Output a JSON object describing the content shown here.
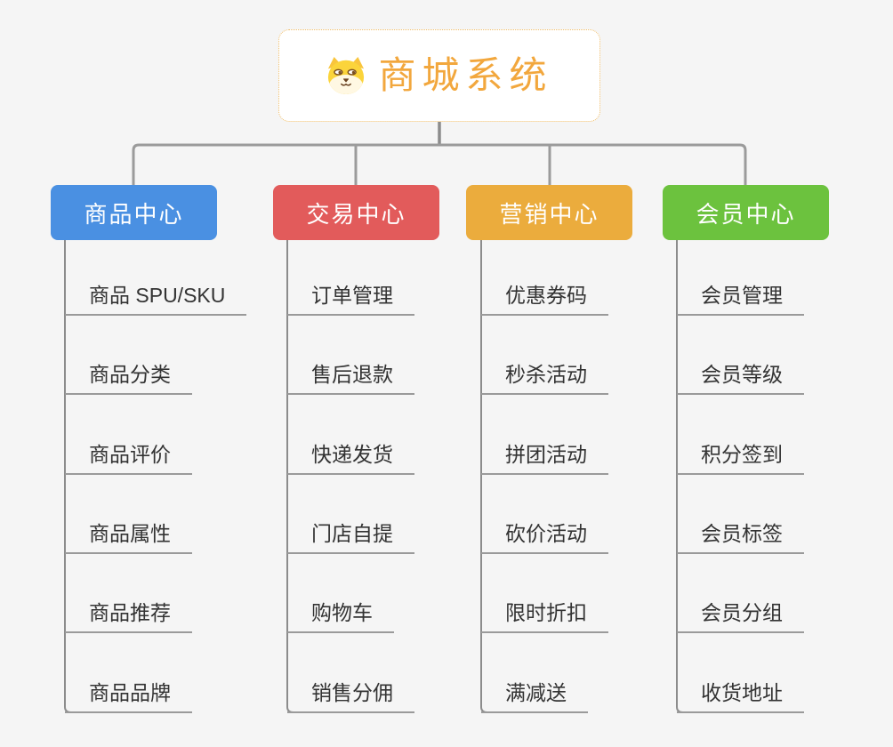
{
  "app": {
    "background": "#F5F5F5",
    "connector_color": "#8C8C8C",
    "underline_color": "#9A9A9A",
    "leaf_text_color": "#333333"
  },
  "root": {
    "title": "商城系统",
    "icon": "dog-face-icon",
    "text_color": "#F2A73D",
    "border_color": "#F0BE6A"
  },
  "branches": [
    {
      "label": "商品中心",
      "color": "#4A90E2",
      "children": [
        "商品 SPU/SKU",
        "商品分类",
        "商品评价",
        "商品属性",
        "商品推荐",
        "商品品牌"
      ]
    },
    {
      "label": "交易中心",
      "color": "#E25B5B",
      "children": [
        "订单管理",
        "售后退款",
        "快递发货",
        "门店自提",
        "购物车",
        "销售分佣"
      ]
    },
    {
      "label": "营销中心",
      "color": "#EBAC3D",
      "children": [
        "优惠券码",
        "秒杀活动",
        "拼团活动",
        "砍价活动",
        "限时折扣",
        "满减送"
      ]
    },
    {
      "label": "会员中心",
      "color": "#6CC23E",
      "children": [
        "会员管理",
        "会员等级",
        "积分签到",
        "会员标签",
        "会员分组",
        "收货地址"
      ]
    }
  ]
}
